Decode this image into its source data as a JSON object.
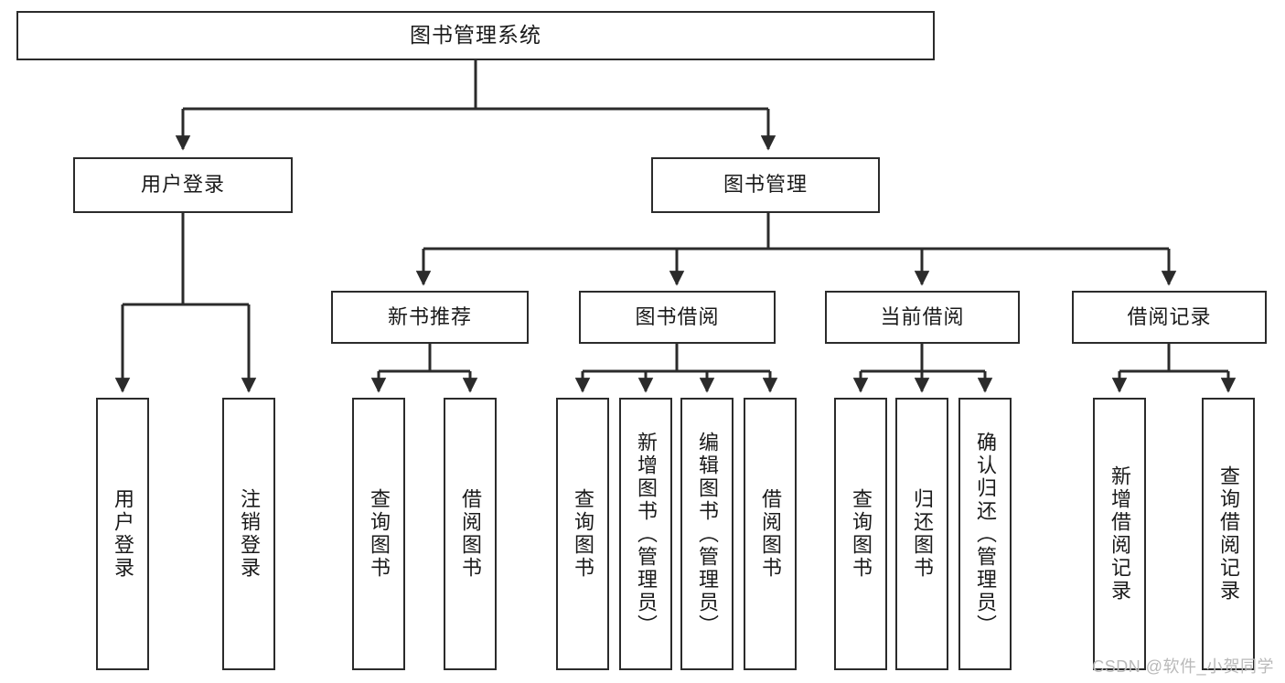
{
  "diagram": {
    "title": "图书管理系统",
    "root": {
      "label": "图书管理系统"
    },
    "level1": [
      {
        "label": "用户登录"
      },
      {
        "label": "图书管理"
      }
    ],
    "level2": [
      {
        "label": "新书推荐"
      },
      {
        "label": "图书借阅"
      },
      {
        "label": "当前借阅"
      },
      {
        "label": "借阅记录"
      }
    ],
    "leaves": {
      "user_login": [
        {
          "label": "用户登录"
        },
        {
          "label": "注销登录"
        }
      ],
      "new_book_recommend": [
        {
          "label": "查询图书"
        },
        {
          "label": "借阅图书"
        }
      ],
      "book_borrow": [
        {
          "label": "查询图书"
        },
        {
          "label": "新增图书（管理员）"
        },
        {
          "label": "编辑图书（管理员）"
        },
        {
          "label": "借阅图书"
        }
      ],
      "current_borrow": [
        {
          "label": "查询图书"
        },
        {
          "label": "归还图书"
        },
        {
          "label": "确认归还（管理员）"
        }
      ],
      "borrow_record": [
        {
          "label": "新增借阅记录"
        },
        {
          "label": "查询借阅记录"
        }
      ]
    }
  },
  "watermark": {
    "text": "CSDN @软件_小贺同学"
  },
  "colors": {
    "stroke": "#2b2b2b",
    "text": "#1a1a1a",
    "background": "#ffffff",
    "watermark": "#b9b9b9"
  }
}
